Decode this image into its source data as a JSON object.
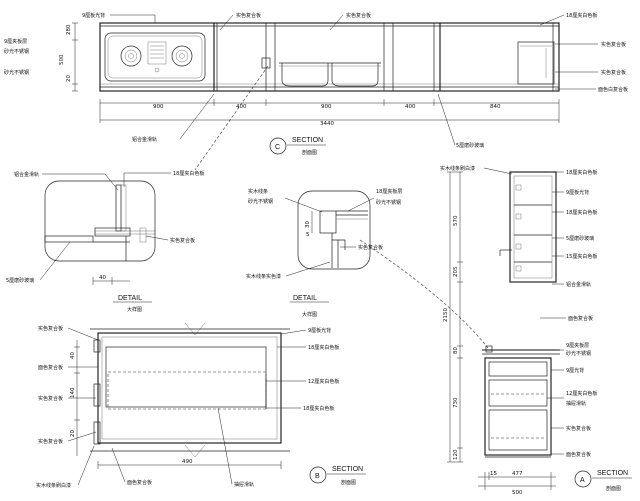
{
  "elevation": {
    "labels": {
      "top_panel": "9厘板光背",
      "left_panel": "9厘夹板层",
      "left_finish": "砂光不锈钢",
      "left_finish2": "砂光不锈钢",
      "upper_a": "实色复合板",
      "upper_b": "实色复合板",
      "right_top": "18厘夹白色板",
      "right_a": "实色复合板",
      "right_b": "实色复合板",
      "right_c": "面色白复合板"
    },
    "dims": {
      "h_top": "280",
      "h_mid": "500",
      "h_bot": "20",
      "w1": "900",
      "w2": "400",
      "w3": "900",
      "w4": "400",
      "w5": "840",
      "total": "3440"
    },
    "bottom_left": "铝合金滑轨",
    "bottom_right": "5厘磨砂玻璃",
    "section_c": {
      "letter": "C",
      "title": "SECTION",
      "sub": "剖面图"
    }
  },
  "detail_left": {
    "labels": {
      "top_left": "铝合金滑轨",
      "top_right": "18厘夹白色板",
      "right": "实色复合板",
      "bottom": "5厘磨砂玻璃"
    },
    "dim": "40",
    "title": "DETAIL",
    "sub": "大样图"
  },
  "detail_right": {
    "labels": {
      "l1": "实木线条",
      "l2": "砂光不锈钢",
      "r1": "18厘夹板层",
      "r2": "砂光不锈钢",
      "r3": "实色复合板",
      "bottom": "实木线条实色漆"
    },
    "dims": {
      "a": "30",
      "b": "5"
    },
    "title": "DETAIL",
    "sub": "大样图"
  },
  "section_b": {
    "labels": {
      "l1": "实色复合板",
      "l2": "面色复合板",
      "l3": "实色复合板",
      "l4": "实色复合板",
      "bottom_left": "实木线条刷白漆",
      "bottom_mid": "面色复合板",
      "bottom_right": "抽屉滑轨",
      "r1": "9厘板光背",
      "r2": "18厘夹白色板",
      "r3": "12厘夹白色板",
      "r4": "18厘夹白色板"
    },
    "dims": {
      "a": "40",
      "b": "140",
      "c": "20",
      "w": "490"
    },
    "badge": {
      "letter": "B",
      "title": "SECTION",
      "sub": "剖面图"
    }
  },
  "section_a": {
    "labels": {
      "top_left": "实木线条刷白漆",
      "r1": "18厘夹白色板",
      "r2": "9厘板光背",
      "r3": "18厘夹白色板",
      "r4": "5厘磨砂玻璃",
      "r5": "15厘夹白色板",
      "r6": "铝合金滑轨",
      "r7": "面色复合板",
      "r8": "9厘夹板层",
      "r9": "砂光不锈钢",
      "r10": "9厘光背",
      "r11": "12厘夹白色板",
      "r12": "抽屉滑轨",
      "r13": "实色复合板",
      "r14": "面色复合板"
    },
    "dims": {
      "v1": "570",
      "v2": "205",
      "v3": "2150",
      "v4": "80",
      "v5": "730",
      "v6": "120",
      "b1": "15",
      "b2": "477",
      "bw": "500"
    },
    "badge": {
      "letter": "A",
      "title": "SECTION",
      "sub": "剖面图"
    }
  }
}
